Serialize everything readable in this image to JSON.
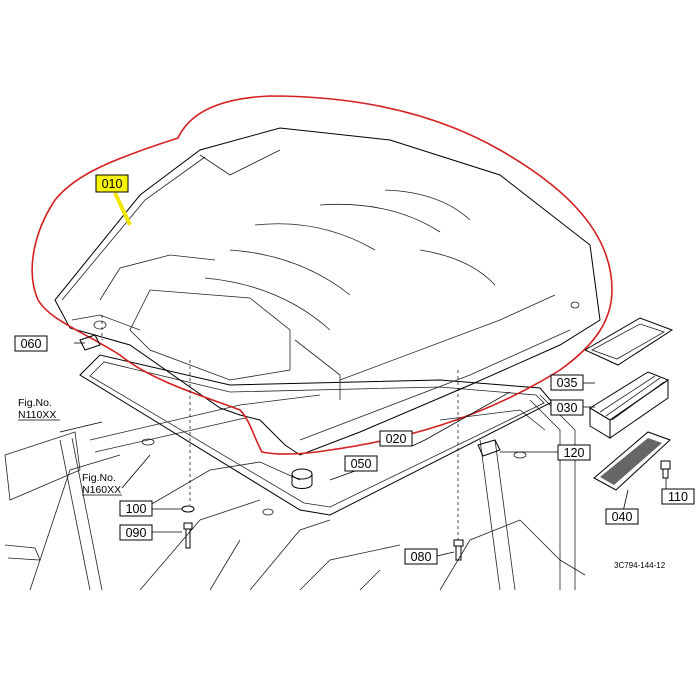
{
  "colors": {
    "outline_highlight": "#d42020",
    "label_highlight": "#f7f500",
    "leader_highlight": "#f2e600",
    "ink": "#000000"
  },
  "labels": {
    "part_010": "010",
    "part_020": "020",
    "part_030": "030",
    "part_035": "035",
    "part_040": "040",
    "part_050": "050",
    "part_060": "060",
    "part_080": "080",
    "part_090": "090",
    "part_100": "100",
    "part_110": "110",
    "part_120": "120"
  },
  "figure_refs": {
    "ref_1_line1": "Fig.No.",
    "ref_1_line2": "N110XX",
    "ref_2_line1": "Fig.No.",
    "ref_2_line2": "N160XX"
  },
  "drawing_code": "3C794-144-12"
}
